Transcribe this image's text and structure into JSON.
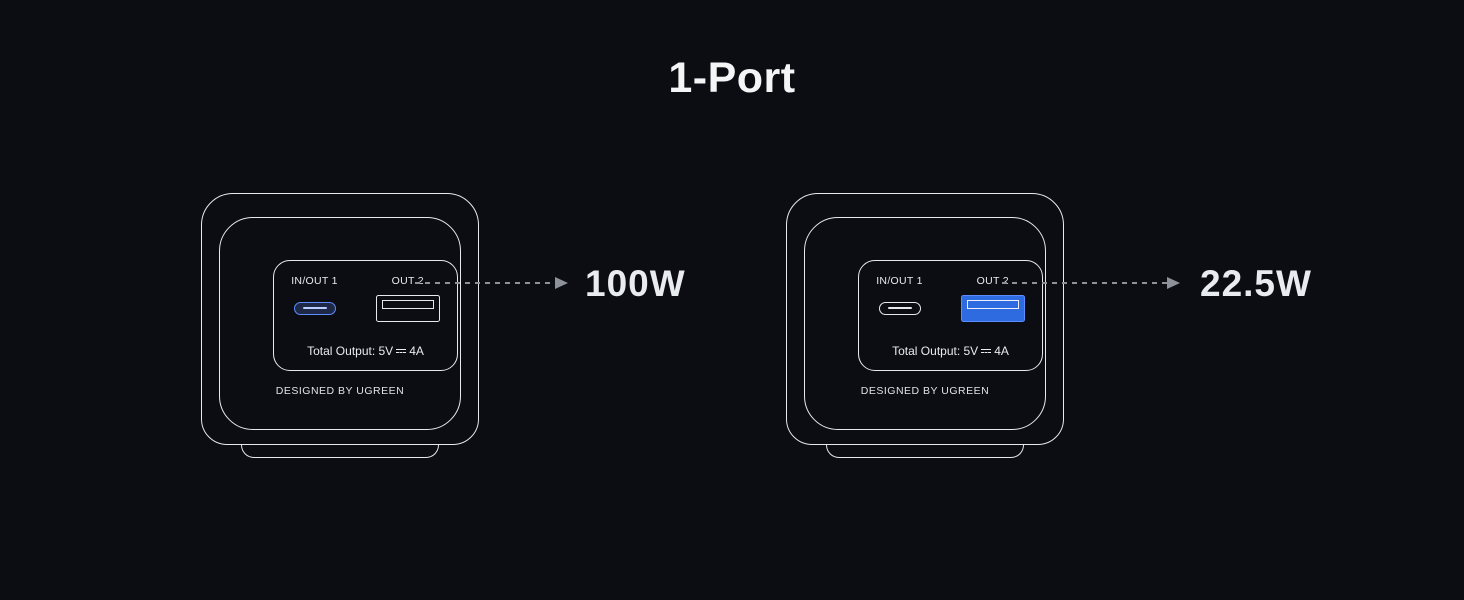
{
  "title": "1-Port",
  "colors": {
    "bg": "#0c0d12",
    "line": "#e7e9ec",
    "accent": "#5d8dff",
    "accent-fill": "#2e6ae0",
    "arrow": "#8d929a",
    "text": "#e9ebee"
  },
  "chargers": [
    {
      "ports": [
        {
          "label": "IN/OUT 1",
          "type": "usb-c",
          "active": true
        },
        {
          "label": "OUT 2",
          "type": "usb-a",
          "active": false
        }
      ],
      "total_output_prefix": "Total Output: 5V",
      "total_output_suffix": "4A",
      "footer": "DESIGNED BY UGREEN",
      "wattage": "100W"
    },
    {
      "ports": [
        {
          "label": "IN/OUT 1",
          "type": "usb-c",
          "active": false
        },
        {
          "label": "OUT 2",
          "type": "usb-a",
          "active": true
        }
      ],
      "total_output_prefix": "Total Output: 5V",
      "total_output_suffix": "4A",
      "footer": "DESIGNED BY UGREEN",
      "wattage": "22.5W"
    }
  ]
}
